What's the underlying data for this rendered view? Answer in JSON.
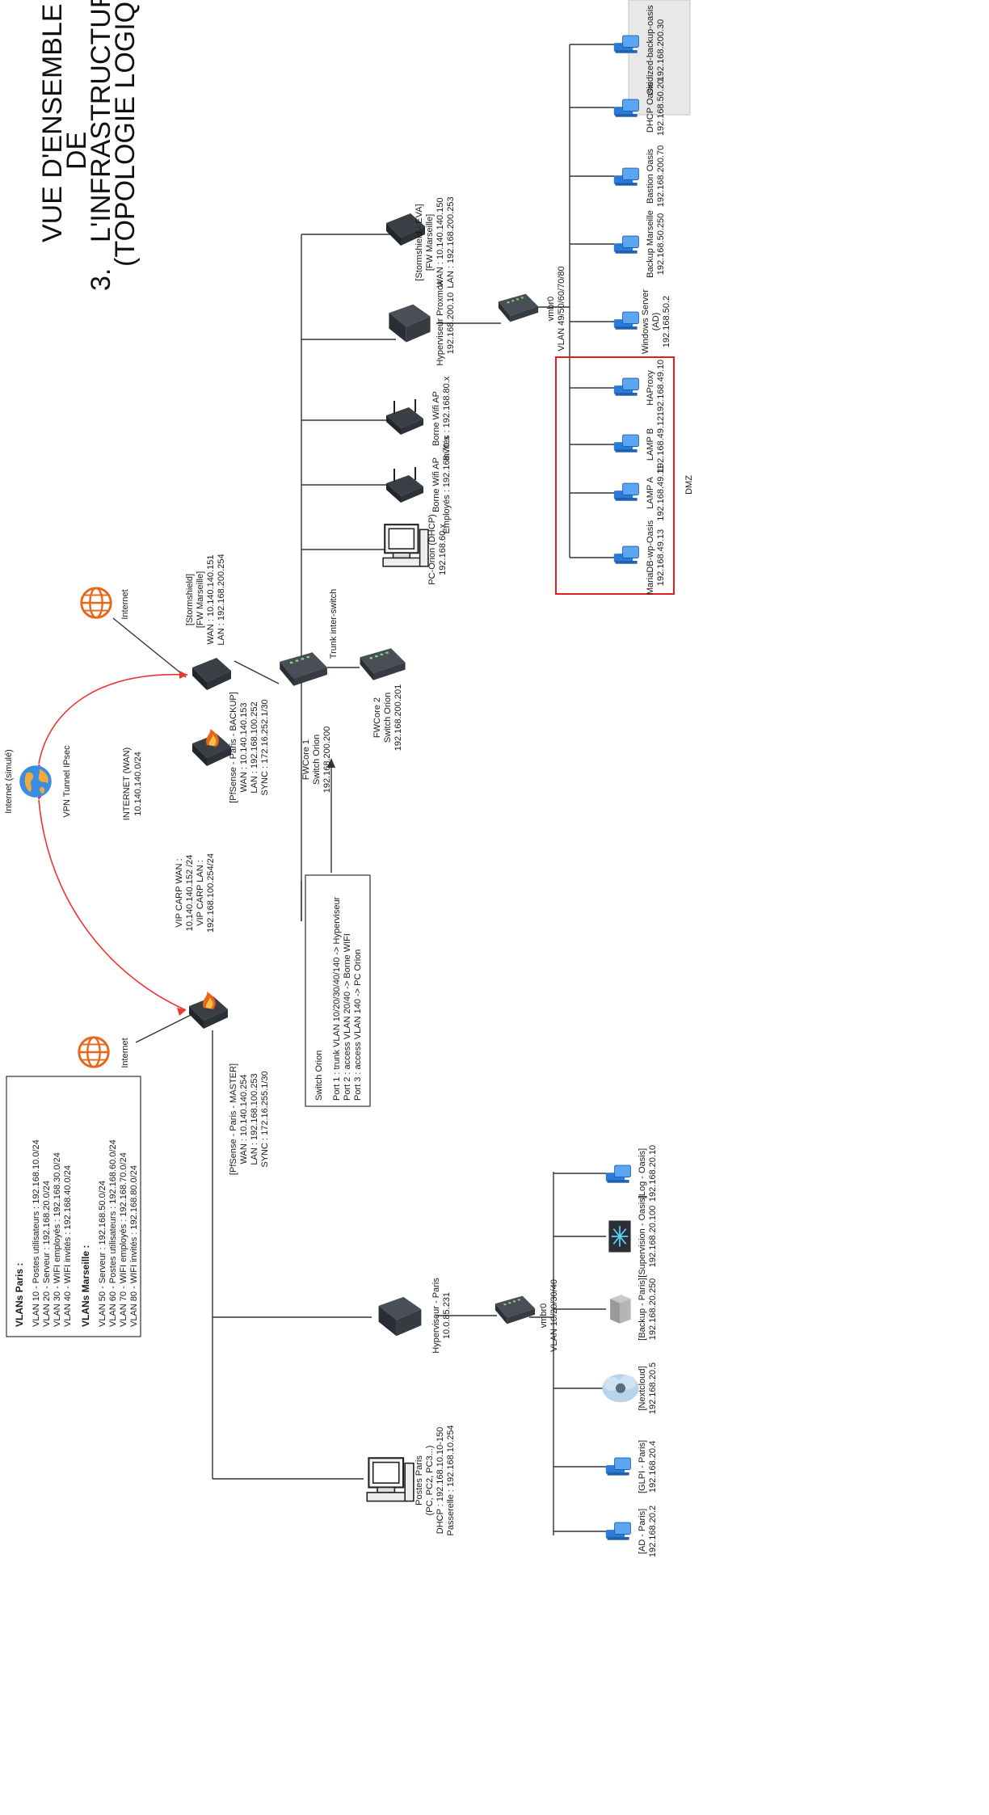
{
  "title": {
    "number": "3.",
    "lines": [
      "VUE D'ENSEMBLE",
      "DE",
      "L'INFRASTRUCTURE",
      "(TOPOLOGIE LOGIQUE)"
    ]
  },
  "internet": {
    "left_label": "Internet",
    "right_label": "Internet",
    "globe_label": "Internet (simulé)",
    "vpn_label": "VPN Tunnel IPsec",
    "wan_title": "INTERNET (WAN)",
    "wan_subnet": "10.140.140.0/24"
  },
  "vip": {
    "lines": [
      "VIP CARP WAN :",
      "10.140.140.152 /24",
      "VIP CARP LAN :",
      "192.168.100.254/24"
    ]
  },
  "pfsense_master": {
    "lines": [
      "[PfSense - Paris - MASTER]",
      "WAN : 10.140.140.254",
      "LAN : 192.168.100.253",
      "SYNC : 172.16.255.1/30"
    ]
  },
  "pfsense_backup": {
    "lines": [
      "[PfSense - Paris - BACKUP]",
      "WAN : 10.140.140.153",
      "LAN : 192.168.100.252",
      "SYNC : 172.16.252.1/30"
    ]
  },
  "stormshield_marseille": {
    "lines": [
      "[Stormshield]",
      "[FW Marseille]",
      "WAN : 10.140.140.151",
      "LAN : 192.168.200.254"
    ]
  },
  "stormshield_eva": {
    "lines": [
      "[Stormshield - EVA]",
      "[FW Marseille]",
      "WAN : 10.140.140.150",
      "LAN : 192.168.200.253"
    ]
  },
  "vlans": {
    "paris_title": "VLANs Paris :",
    "paris": [
      "VLAN 10 - Postes utilisateurs : 192.168.10.0/24",
      "VLAN 20 - Serveur : 192.168.20.0/24",
      "VLAN 30 - WIFI employés : 192.168.30.0/24",
      "VLAN 40 - WIFI invités : 192.168.40.0/24"
    ],
    "marseille_title": "VLANs Marseille :",
    "marseille": [
      "VLAN 50 - Serveur : 192.168.50.0/24",
      "VLAN 60 - Postes utilisateurs : 192.168.60.0/24",
      "VLAN 70 - WIFI employés : 192.168.70.0/24",
      "VLAN 80 - WIFI invités : 192.168.80.0/24"
    ]
  },
  "switch_box": {
    "title": "Switch Orion",
    "lines": [
      "Port 1 : trunk VLAN 10/20/30/40/140 -> Hyperviseur",
      "Port 2 : access VLAN 20/40 -> Borne WIFI",
      "Port 3 : access VLAN 140 -> PC Orion"
    ]
  },
  "fwcore1": {
    "lines": [
      "FWCore 1",
      "Switch Orion",
      "192.168.200.200"
    ]
  },
  "fwcore2": {
    "lines": [
      "FWCore 2",
      "Switch Orion",
      "192.168.200.201"
    ]
  },
  "trunk_label": "Trunk inter-switch",
  "pc_orion": {
    "lines": [
      "PC-Orion (DHCP)",
      "192.168.60.x"
    ]
  },
  "borne1": {
    "lines": [
      "Borne Wifi AP",
      "Employés : 192.168.70.x"
    ]
  },
  "borne2": {
    "lines": [
      "Borne Wifi AP",
      "Invités : 192.168.80.x"
    ]
  },
  "hyp_proxmox": {
    "lines": [
      "Hyperviseur Proxmox",
      "192.168.200.10"
    ]
  },
  "vmbr0_marseille": {
    "lines": [
      "vmbr0",
      "VLAN 49/50/60/70/80"
    ]
  },
  "dmz_label": "DMZ",
  "marseille_servers": [
    {
      "lines": [
        "MariaDB-wp-Oasis",
        "192.168.49.13"
      ]
    },
    {
      "lines": [
        "LAMP A",
        "192.168.49.11"
      ]
    },
    {
      "lines": [
        "LAMP B",
        "192.168.49.12"
      ]
    },
    {
      "lines": [
        "HAProxy",
        "192.168.49.10"
      ]
    },
    {
      "lines": [
        "Windows Server",
        "(AD)",
        "192.168.50.2"
      ]
    },
    {
      "lines": [
        "Backup Marseille",
        "192.168.50.250"
      ]
    },
    {
      "lines": [
        "Bastion Oasis",
        "192.168.200.70"
      ]
    },
    {
      "lines": [
        "DHCP Oasis",
        "192.168.50.20"
      ]
    },
    {
      "lines": [
        "Oxidized-backup-oasis",
        "192.168.200.30"
      ]
    }
  ],
  "hyp_paris": {
    "lines": [
      "Hyperviseur - Paris",
      "10.0.85.231"
    ]
  },
  "vmbr0_paris": {
    "lines": [
      "vmbr0",
      "VLAN 10/20/30/40"
    ]
  },
  "postes_paris": {
    "lines": [
      "Postes Paris",
      "(PC, PC2, PC3...)",
      "DHCP : 192.168.10.10-150",
      "Passerelle : 192.168.10.254"
    ]
  },
  "paris_servers": [
    {
      "lines": [
        "[AD - Paris]",
        "192.168.20.2"
      ]
    },
    {
      "lines": [
        "[GLPI - Paris]",
        "192.168.20.4"
      ]
    },
    {
      "lines": [
        "[Nextcloud]",
        "192.168.20.5"
      ]
    },
    {
      "lines": [
        "[Backup - Paris]",
        "192.168.20.250"
      ]
    },
    {
      "lines": [
        "[Supervision - Oasis]",
        "192.168.20.100"
      ]
    },
    {
      "lines": [
        "[Log - Oasis]",
        "192.168.20.10"
      ]
    }
  ],
  "colors": {
    "vpn": "#e33333",
    "dmz_box": "#e02020",
    "firewall_flame": "#e8661a",
    "server_blue": "#2a7bd8"
  }
}
